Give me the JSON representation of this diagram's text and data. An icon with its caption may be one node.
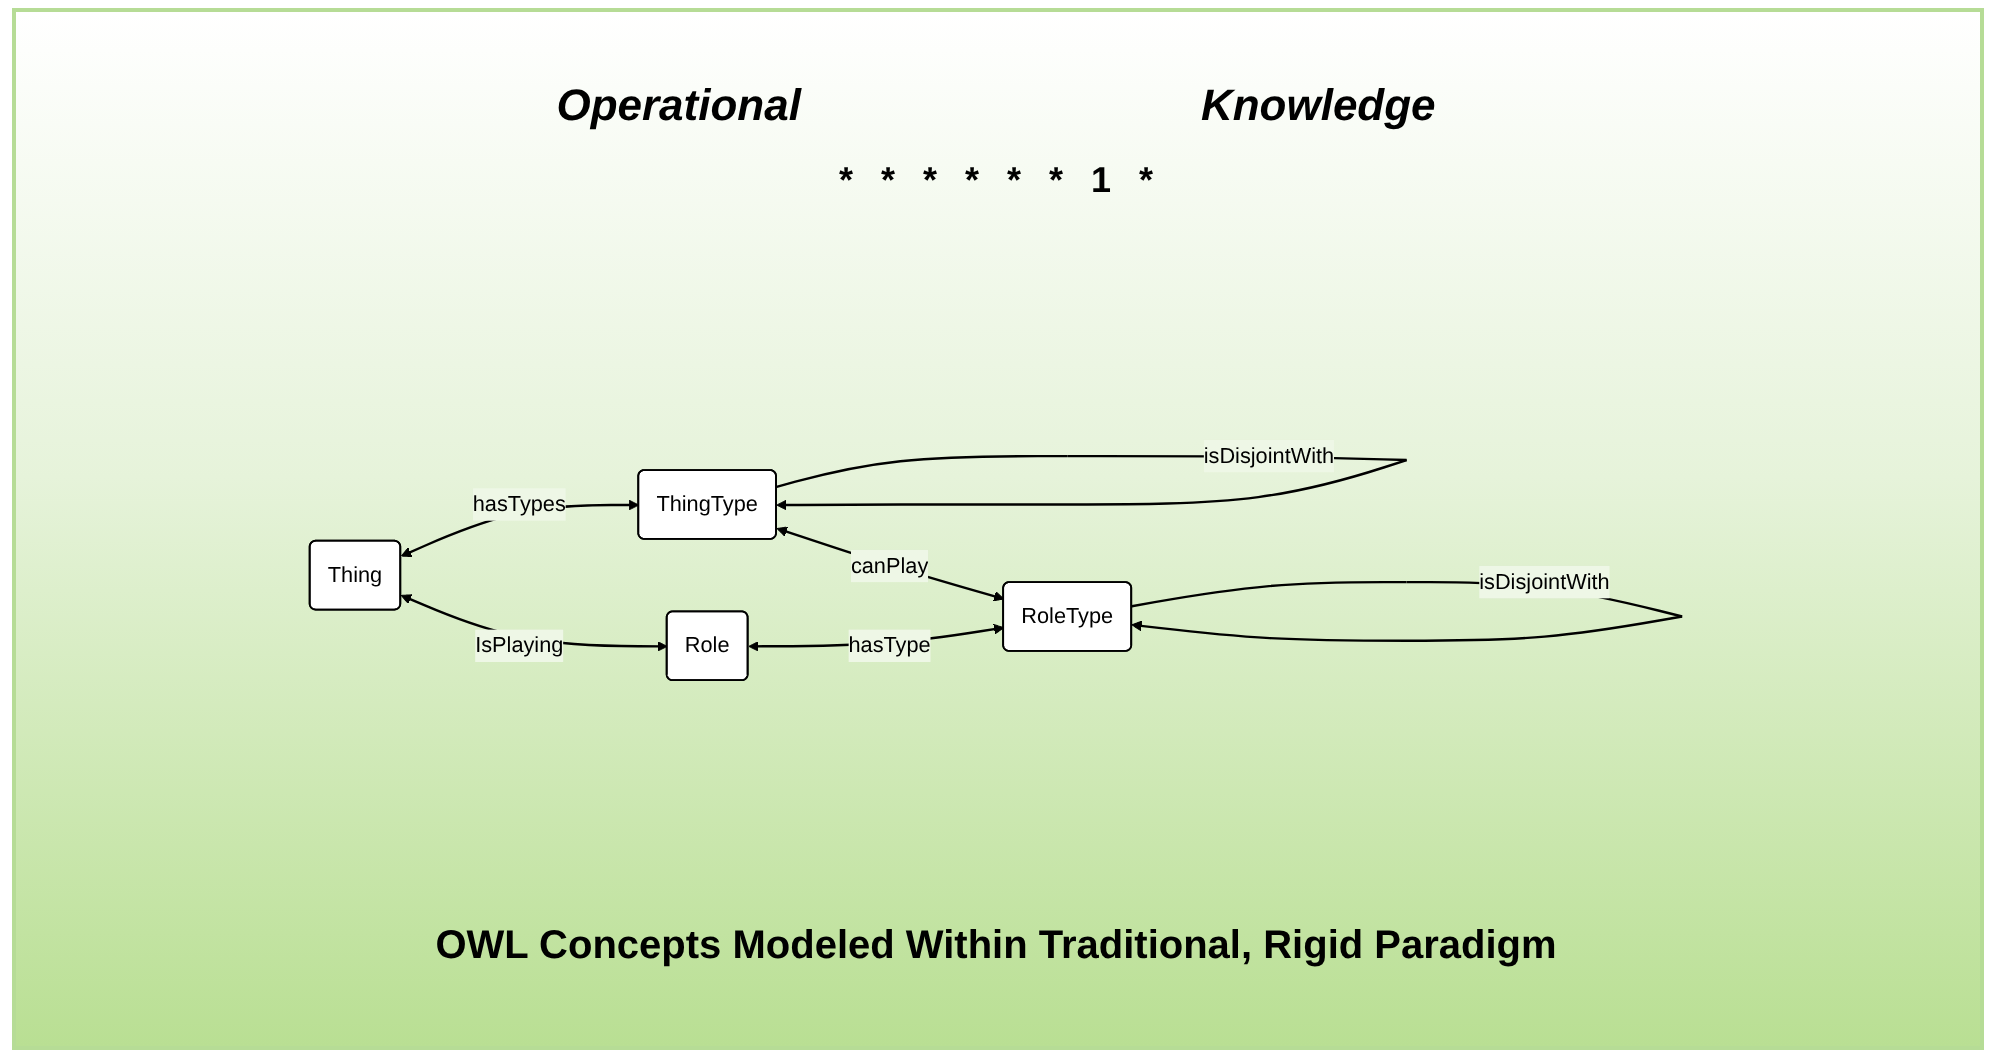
{
  "diagram": {
    "caption": "OWL Concepts Modeled Within Traditional, Rigid Paradigm",
    "nodes": [
      {
        "text": [
          "Thing"
        ]
      },
      {
        "text": [
          "ThingType"
        ]
      },
      {
        "text": [
          "Role"
        ]
      },
      {
        "text": [
          "RoleType"
        ]
      }
    ],
    "edges": [
      {
        "from": 1,
        "to": 1,
        "arrow": "to",
        "label": "isDisjointWith"
      },
      {
        "from": 0,
        "to": 1,
        "arrow": "both",
        "label": "hasTypes"
      },
      {
        "from": 0,
        "to": 2,
        "arrow": "both",
        "label": "IsPlaying"
      },
      {
        "from": 1,
        "to": 3,
        "arrow": "both",
        "label": "canPlay"
      },
      {
        "from": 2,
        "to": 3,
        "arrow": "both",
        "label": "hasType"
      },
      {
        "from": 3,
        "to": 3,
        "arrow": "to",
        "label": "isDisjointWith"
      }
    ],
    "labels": [
      "Operational",
      "Knowledge",
      "*",
      "*",
      "*",
      "*",
      "*",
      "*",
      "1",
      "*"
    ]
  }
}
